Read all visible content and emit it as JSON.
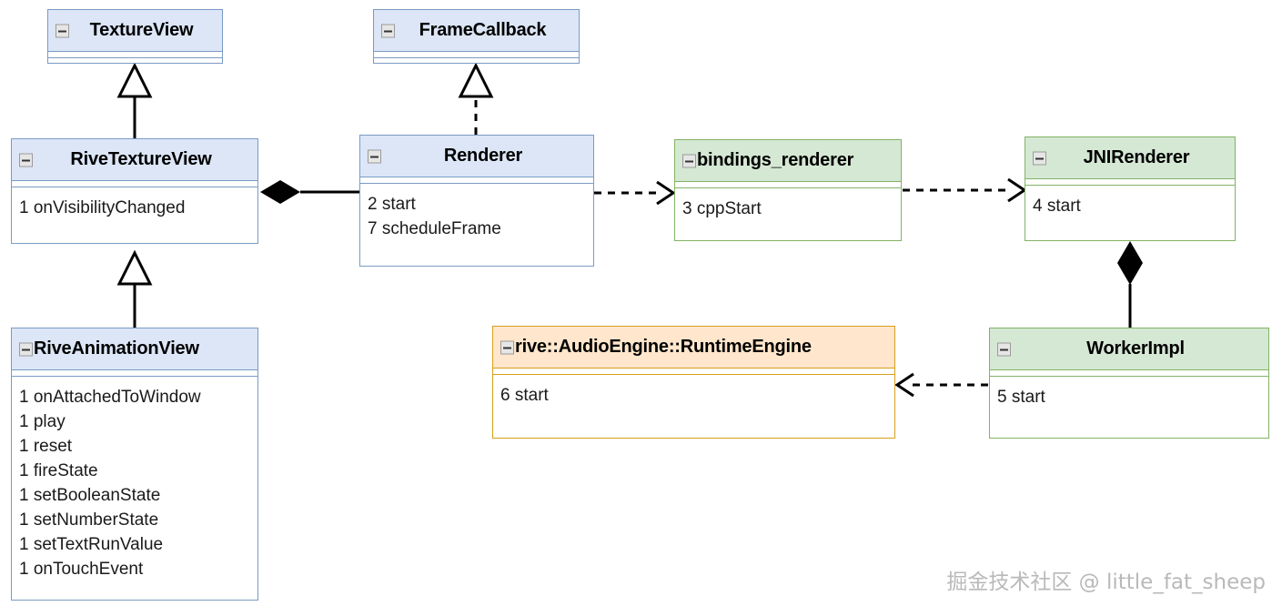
{
  "diagram": {
    "type": "uml-class-diagram",
    "background": "#ffffff",
    "palette": {
      "blue_fill": "#dce6f7",
      "blue_border": "#7a9bc4",
      "green_fill": "#d5e8d4",
      "green_border": "#82b366",
      "orange_fill": "#ffe6cc",
      "orange_border": "#d6a01d",
      "body_fill": "#ffffff",
      "line": "#000000",
      "watermark": "#b9b9b9"
    },
    "classes": [
      {
        "id": "texture-view",
        "name": "TextureView",
        "color": "blue",
        "icon": "collapse-minus-icon",
        "members": []
      },
      {
        "id": "frame-callback",
        "name": "FrameCallback",
        "color": "blue",
        "icon": "collapse-minus-icon",
        "members": []
      },
      {
        "id": "rive-texture-view",
        "name": "RiveTextureView",
        "color": "blue",
        "icon": "collapse-minus-icon",
        "members": [
          "1 onVisibilityChanged"
        ]
      },
      {
        "id": "renderer",
        "name": "Renderer",
        "color": "blue",
        "icon": "collapse-minus-icon",
        "members": [
          "2 start",
          "7 scheduleFrame"
        ]
      },
      {
        "id": "bindings-renderer",
        "name": "bindings_renderer",
        "color": "green",
        "icon": "collapse-minus-icon",
        "members": [
          "3 cppStart"
        ]
      },
      {
        "id": "jni-renderer",
        "name": "JNIRenderer",
        "color": "green",
        "icon": "collapse-minus-icon",
        "members": [
          "4 start"
        ]
      },
      {
        "id": "rive-animation-view",
        "name": "RiveAnimationView",
        "color": "blue",
        "icon": "collapse-minus-icon",
        "members": [
          "1 onAttachedToWindow",
          "1 play",
          "1 reset",
          "1 fireState",
          "1 setBooleanState",
          "1 setNumberState",
          "1 setTextRunValue",
          "1 onTouchEvent"
        ]
      },
      {
        "id": "runtime-engine",
        "name": "rive::AudioEngine::RuntimeEngine",
        "color": "orange",
        "icon": "collapse-minus-icon",
        "members": [
          "6 start"
        ]
      },
      {
        "id": "worker-impl",
        "name": "WorkerImpl",
        "color": "green",
        "icon": "collapse-minus-icon",
        "members": [
          "5 start"
        ]
      }
    ],
    "relations": [
      {
        "id": "rel-generalization-textureview",
        "type": "generalization",
        "from": "rive-texture-view",
        "to": "texture-view",
        "style": "solid",
        "head": "hollow-triangle"
      },
      {
        "id": "rel-generalization-rivetextureview",
        "type": "generalization",
        "from": "rive-animation-view",
        "to": "rive-texture-view",
        "style": "solid",
        "head": "hollow-triangle"
      },
      {
        "id": "rel-realization-framecallback",
        "type": "realization",
        "from": "renderer",
        "to": "frame-callback",
        "style": "dashed",
        "head": "hollow-triangle"
      },
      {
        "id": "rel-composition-renderer",
        "type": "composition",
        "from": "rive-texture-view",
        "to": "renderer",
        "style": "solid",
        "head": "filled-diamond"
      },
      {
        "id": "rel-dependency-bindings",
        "type": "dependency",
        "from": "renderer",
        "to": "bindings-renderer",
        "style": "dashed",
        "head": "open-arrow"
      },
      {
        "id": "rel-dependency-jni",
        "type": "dependency",
        "from": "bindings-renderer",
        "to": "jni-renderer",
        "style": "dashed",
        "head": "open-arrow"
      },
      {
        "id": "rel-composition-worker",
        "type": "composition",
        "from": "jni-renderer",
        "to": "worker-impl",
        "style": "solid",
        "head": "filled-diamond"
      },
      {
        "id": "rel-dependency-runtimeengine",
        "type": "dependency",
        "from": "worker-impl",
        "to": "runtime-engine",
        "style": "dashed",
        "head": "open-arrow"
      }
    ]
  },
  "watermark": {
    "text": "掘金技术社区 @ little_fat_sheep"
  }
}
